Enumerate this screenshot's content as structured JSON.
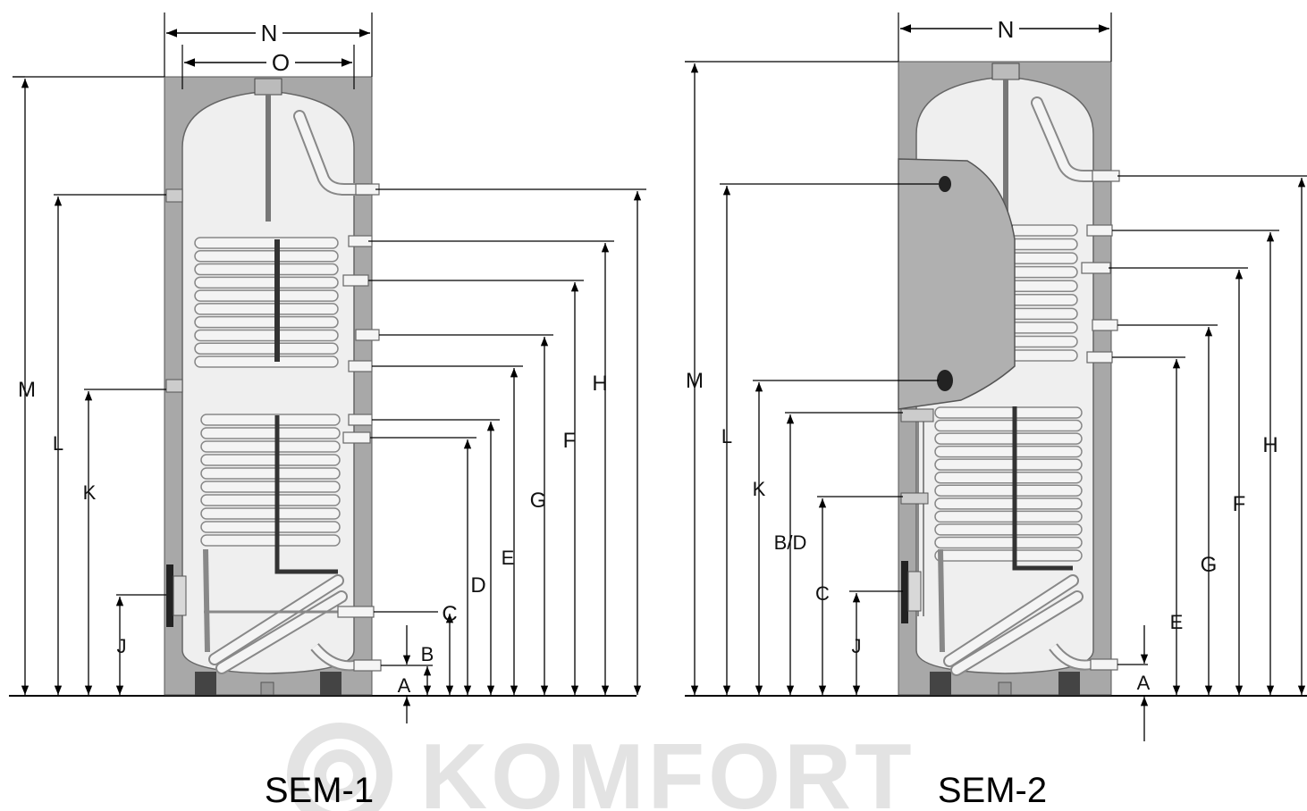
{
  "watermark": "KOMFORT",
  "colors": {
    "insulation": "#a8a8a8",
    "tank": "#efefef",
    "coil": "#f4f4f4",
    "line": "#000000",
    "watermark": "#e3e3e3"
  },
  "sem1": {
    "title": "SEM-1",
    "width_labels": {
      "outer": "N",
      "inner": "O"
    },
    "height_labels": {
      "M": "M",
      "L": "L",
      "K": "K",
      "J": "J",
      "A": "A",
      "B": "B",
      "C": "C",
      "D": "D",
      "E": "E",
      "G": "G",
      "F": "F",
      "H": "H"
    }
  },
  "sem2": {
    "title": "SEM-2",
    "width_labels": {
      "outer": "N"
    },
    "height_labels": {
      "M": "M",
      "L": "L",
      "K": "K",
      "BD": "B/D",
      "C": "C",
      "J": "J",
      "A": "A",
      "E": "E",
      "G": "G",
      "F": "F",
      "H": "H"
    }
  }
}
